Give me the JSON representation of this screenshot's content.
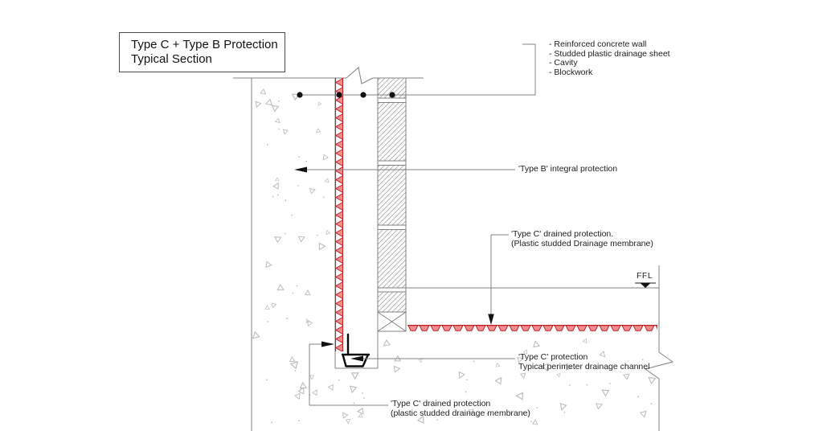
{
  "drawing": {
    "title_block": {
      "line1": "Type C + Type B Protection",
      "line2": "Typical Section"
    },
    "layer_callout": {
      "items": [
        "- Reinforced concrete wall",
        "- Studded plastic drainage sheet",
        "- Cavity",
        "- Blockwork"
      ]
    },
    "labels": {
      "type_b": "'Type B' integral protection",
      "type_c_floor_line1": "'Type C' drained protection.",
      "type_c_floor_line2": "(Plastic studded Drainage membrane)",
      "ffl": "FFL",
      "type_c_channel_line1": "'Type C' protection",
      "type_c_channel_line2": "Typical perimeter drainage channel",
      "type_c_wall_line1": "'Type C' drained protection",
      "type_c_wall_line2": "(plastic studded drainage membrane)"
    },
    "colors": {
      "line_gray": "#808080",
      "hatch_gray": "#a6a6a6",
      "stipple_gray": "#bdbdbd",
      "membrane_red": "#c41e22",
      "membrane_fill": "#ee8f8f",
      "text_black": "#1c1c1c"
    }
  }
}
